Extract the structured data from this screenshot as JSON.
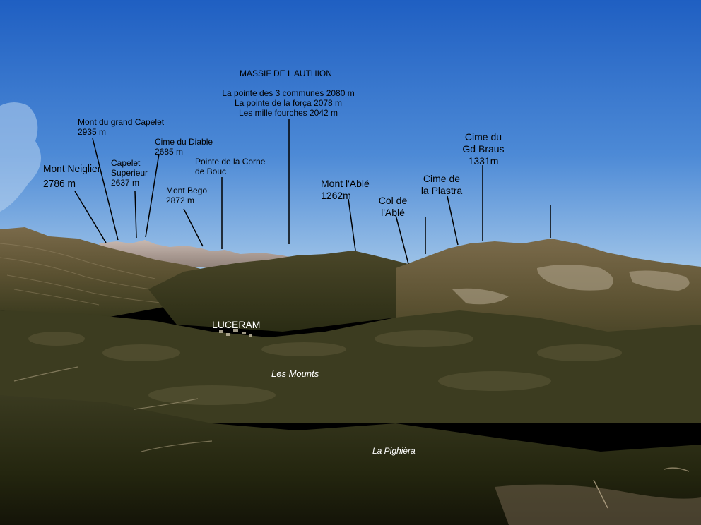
{
  "labels": {
    "massif_title": "MASSIF DE L AUTHION",
    "massif_peaks": "La pointe des 3 communes 2080 m\nLa pointe de la força 2078 m\nLes mille fourches 2042 m",
    "grand_capelet": "Mont du grand Capelet\n2935 m",
    "cime_diable": "Cime du Diable\n2685 m",
    "capelet_superieur": "Capelet\nSuperieur\n2637 m",
    "corne_de_bouc": "Pointe de la Corne\nde Bouc",
    "mont_neiglier": "Mont Neiglier\n2786 m",
    "mont_bego": "Mont Bego\n2872 m",
    "mont_able": "Mont l'Ablé\n1262m",
    "col_able": "Col de\nl'Ablé",
    "cime_plastra": "Cime de\nla Plastra",
    "cime_gd_braus": "Cime du\nGd Braus\n1331m",
    "luceram": "LUCERAM",
    "les_mounts": "Les Mounts",
    "la_pighiera": "La Pighièra"
  },
  "colors": {
    "sky_top": "#1f62c4",
    "sky_bottom": "#9fc4e8",
    "mountain_far": "#b9a9a2",
    "ridge": "#5a5030",
    "valley": "#2b2f14",
    "foreground": "#1a1a10"
  }
}
